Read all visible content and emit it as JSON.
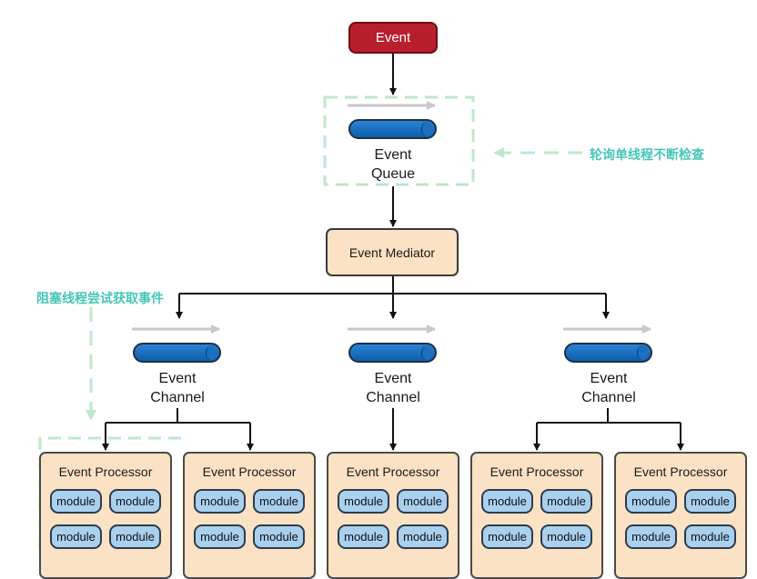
{
  "event": {
    "label": "Event"
  },
  "event_queue": {
    "line1": "Event",
    "line2": "Queue"
  },
  "mediator": {
    "label": "Event Mediator"
  },
  "channels": [
    {
      "line1": "Event",
      "line2": "Channel"
    },
    {
      "line1": "Event",
      "line2": "Channel"
    },
    {
      "line1": "Event",
      "line2": "Channel"
    }
  ],
  "processors": [
    {
      "title": "Event Processor",
      "modules": [
        "module",
        "module",
        "module",
        "module"
      ]
    },
    {
      "title": "Event Processor",
      "modules": [
        "module",
        "module",
        "module",
        "module"
      ]
    },
    {
      "title": "Event Processor",
      "modules": [
        "module",
        "module",
        "module",
        "module"
      ]
    },
    {
      "title": "Event Processor",
      "modules": [
        "module",
        "module",
        "module",
        "module"
      ]
    },
    {
      "title": "Event Processor",
      "modules": [
        "module",
        "module",
        "module",
        "module"
      ]
    }
  ],
  "annotations": {
    "polling": "轮询单线程不断检查",
    "blocking": "阻塞线程尝试获取事件"
  },
  "colors": {
    "event_red": "#b81f2d",
    "box_fill": "#fbe2c4",
    "pipe_blue": "#1565b8",
    "module_fill": "#a9d0ef",
    "annotation_teal": "#47c6b8",
    "dashed_green": "#bfe8c8"
  }
}
